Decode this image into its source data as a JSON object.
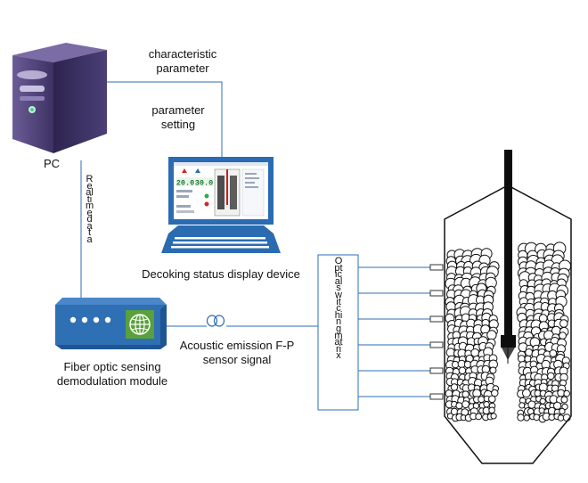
{
  "labels": {
    "pc": "PC",
    "characteristic_parameter": [
      "characteristic",
      "parameter"
    ],
    "parameter_setting": [
      "parameter",
      "setting"
    ],
    "real_time_data": "Realtimedata",
    "display_device": "Decoking status display device",
    "demod_module": [
      "Fiber optic sensing",
      "demodulation module"
    ],
    "ae_signal": [
      "Acoustic emission F-P",
      "sensor signal"
    ],
    "optical_switch": "Opticalswitchingmatrix"
  },
  "screen": {
    "left_reading": "20.0",
    "right_reading": "30.0"
  },
  "colors": {
    "line": "#2e6db4",
    "pc_body": "#4a3d72",
    "module": "#2f6fb4",
    "coke_dark": "#111111"
  },
  "icons": [
    "pc-tower-icon",
    "laptop-icon",
    "globe-icon",
    "fiber-coil-icon"
  ]
}
